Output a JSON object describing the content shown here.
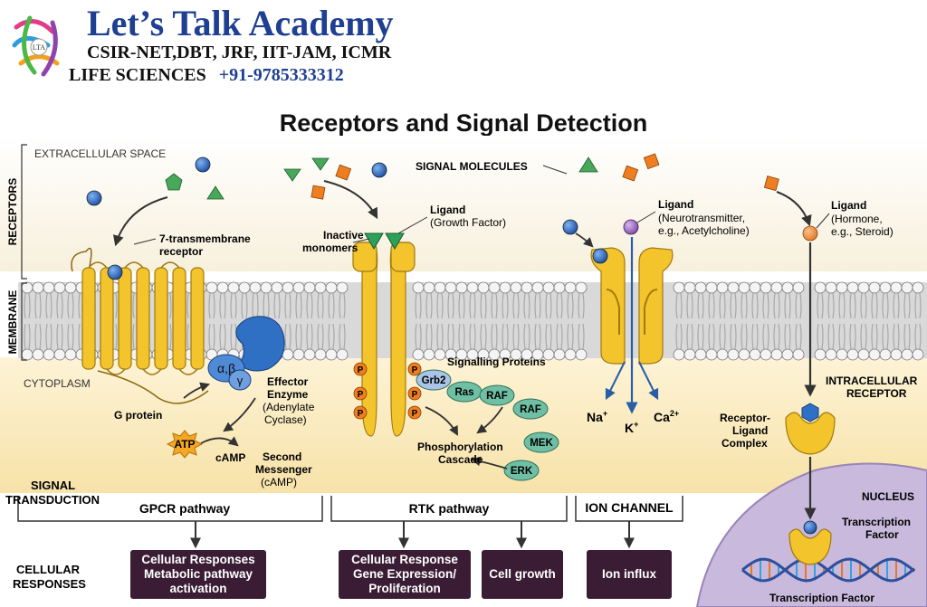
{
  "header": {
    "title": "Let’s Talk Academy",
    "subtitle_1": "CSIR-NET,DBT, JRF, IIT-JAM, ICMR",
    "subtitle_2": "LIFE SCIENCES",
    "phone": "+91-9785333312",
    "logo_text": "LTA"
  },
  "diagram_title": "Receptors and Signal Detection",
  "side_labels": {
    "receptors": "RECEPTORS",
    "membrane": "MEMBRANE",
    "extracellular": "EXTRACELLULAR SPACE",
    "cytoplasm": "CYTOPLASM",
    "signal_transduction_1": "SIGNAL",
    "signal_transduction_2": "TRANSDUCTION",
    "cellular_responses_1": "CELLULAR",
    "cellular_responses_2": "RESPONSES"
  },
  "signal_molecules": "SIGNAL MOLECULES",
  "gpcr": {
    "receptor_1": "7-transmembrane",
    "receptor_2": "receptor",
    "alpha_beta": "α,β",
    "gamma": "γ",
    "g_protein": "G protein",
    "effector_1": "Effector",
    "effector_2": "Enzyme",
    "effector_3": "(Adenylate",
    "effector_4": "Cyclase)",
    "atp": "ATP",
    "camp": "cAMP",
    "second_1": "Second",
    "second_2": "Messenger",
    "second_3": "(cAMP)"
  },
  "rtk": {
    "inactive_1": "Inactive",
    "inactive_2": "monomers",
    "ligand": "Ligand",
    "ligand_desc": "(Growth Factor)",
    "p": "P",
    "signalling": "Signalling Proteins",
    "cascade_1": "Phosphorylation",
    "cascade_2": "Cascade",
    "proteins": [
      "Grb2",
      "Ras",
      "RAF",
      "RAF",
      "MEK",
      "ERK"
    ]
  },
  "ion": {
    "ligand": "Ligand",
    "desc_1": "(Neurotransmitter,",
    "desc_2": "e.g., Acetylcholine)",
    "na": "Na",
    "na_sup": "+",
    "k": "K",
    "k_sup": "+",
    "ca": "Ca",
    "ca_sup": "2+"
  },
  "intracellular": {
    "ligand": "Ligand",
    "desc_1": "(Hormone,",
    "desc_2": "e.g., Steroid)",
    "receptor_1": "INTRACELLULAR",
    "receptor_2": "RECEPTOR",
    "complex_1": "Receptor-",
    "complex_2": "Ligand",
    "complex_3": "Complex",
    "nucleus": "NUCLEUS",
    "tf_1": "Transcription",
    "tf_2": "Factor",
    "tf_bottom": "Transcription Factor"
  },
  "pathways": {
    "gpcr": "GPCR pathway",
    "rtk": "RTK pathway",
    "ion": "ION CHANNEL"
  },
  "responses": {
    "gpcr": "Cellular Responses\nMetabolic pathway\nactivation",
    "rtk_1": "Cellular Response\nGene Expression/\nProliferation",
    "rtk_2": "Cell growth",
    "ion": "Ion influx"
  },
  "colors": {
    "lipid_head": "#f2f2f2",
    "lipid_tail": "#b3b3b3",
    "receptor_yellow": "#f3c42c",
    "g_protein_blue": "#2f6fc4",
    "kinase_green": "#6fbfa5",
    "response_box": "#3a1d34",
    "nucleus": "#c9b9dc",
    "title_blue": "#1f3f93"
  }
}
